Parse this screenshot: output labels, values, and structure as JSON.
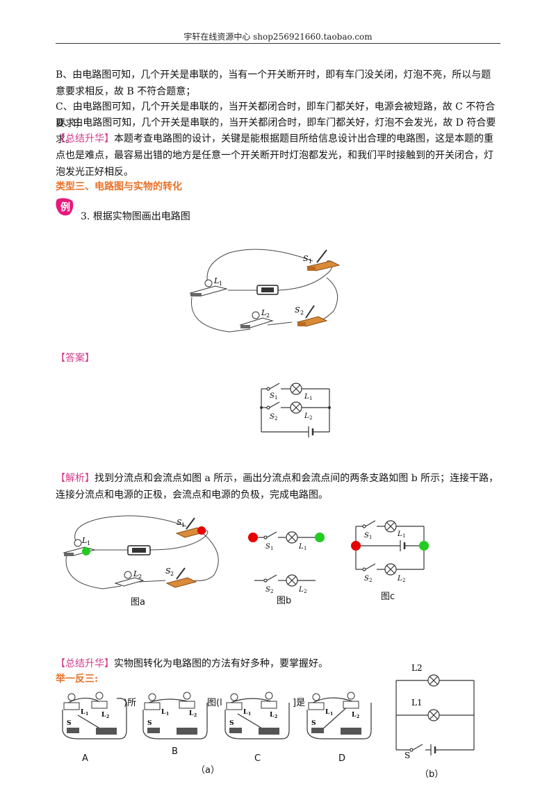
{
  "header": {
    "text": "宇轩在线资源中心    shop256921660.taobao.com"
  },
  "paragraphs": {
    "b_option": "B、由电路图可知，几个开关是串联的，当有一个开关断开时，即有车门没关闭，灯泡不亮，所以与题意要求相反，故 B 不符合题意；",
    "c_option": "C、由电路图可知，几个开关是串联的，当开关都闭合时，即车门都关好，电源会被短路，故 C 不符合要求；",
    "d_option": "D、由电路图可知，几个开关是串联的，当开关都闭合时，即车门都关好，灯泡不会发光，故 D 符合要求。",
    "summary1_tag": "【总结升华】",
    "summary1_text": "本题考查电路图的设计，关键是能根据题目所给信息设计出合理的电路图，这是本题的重点也是难点，最容易出错的地方是任意一个开关断开时灯泡都发光，和我们平时接触到的开关闭合，灯泡发光正好相反。"
  },
  "section": {
    "title": "类型三、电路图与实物的转化",
    "badge": "例",
    "example_text": "3.  根据实物图画出电路图"
  },
  "answer": {
    "tag": "【答案】"
  },
  "analysis": {
    "tag": "【解析】",
    "text": "找到分流点和会流点如图 a 所示，画出分流点和会流点间的两条支路如图 b 所示；连接干路，连接分流点和电源的正极，会流点和电源的负极，完成电路图。"
  },
  "labels": {
    "L1": "L",
    "sub1": "1",
    "sub2": "2",
    "S": "S",
    "fig_a": "图a",
    "fig_b": "图b",
    "fig_c": "图c"
  },
  "summary2": {
    "tag": "【总结升华】",
    "text": "实物图转化为电路图的方法有好多种，要掌握好。"
  },
  "practice": {
    "title": "举一反三:",
    "frag1": ")所",
    "frag2": "图(l",
    "frag3": "]是",
    "opt_a": "A",
    "opt_b": "B",
    "opt_c": "C",
    "opt_d": "D",
    "cap_a": "（a）",
    "cap_b": "（b）",
    "b_L2": "L2",
    "b_L1": "L1",
    "b_S": "S"
  }
}
